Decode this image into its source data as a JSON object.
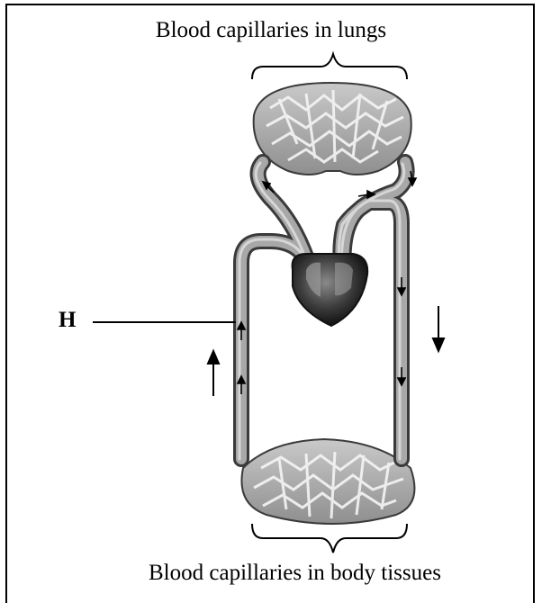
{
  "diagram": {
    "top_label": "Blood capillaries in lungs",
    "bottom_label": "Blood capillaries in body tissues",
    "pointer_label": "H",
    "colors": {
      "vessel_fill": "#9a9a9a",
      "vessel_edge": "#3a3a3a",
      "vessel_highlight": "#d4d4d4",
      "heart": "#2a2a2a"
    }
  }
}
